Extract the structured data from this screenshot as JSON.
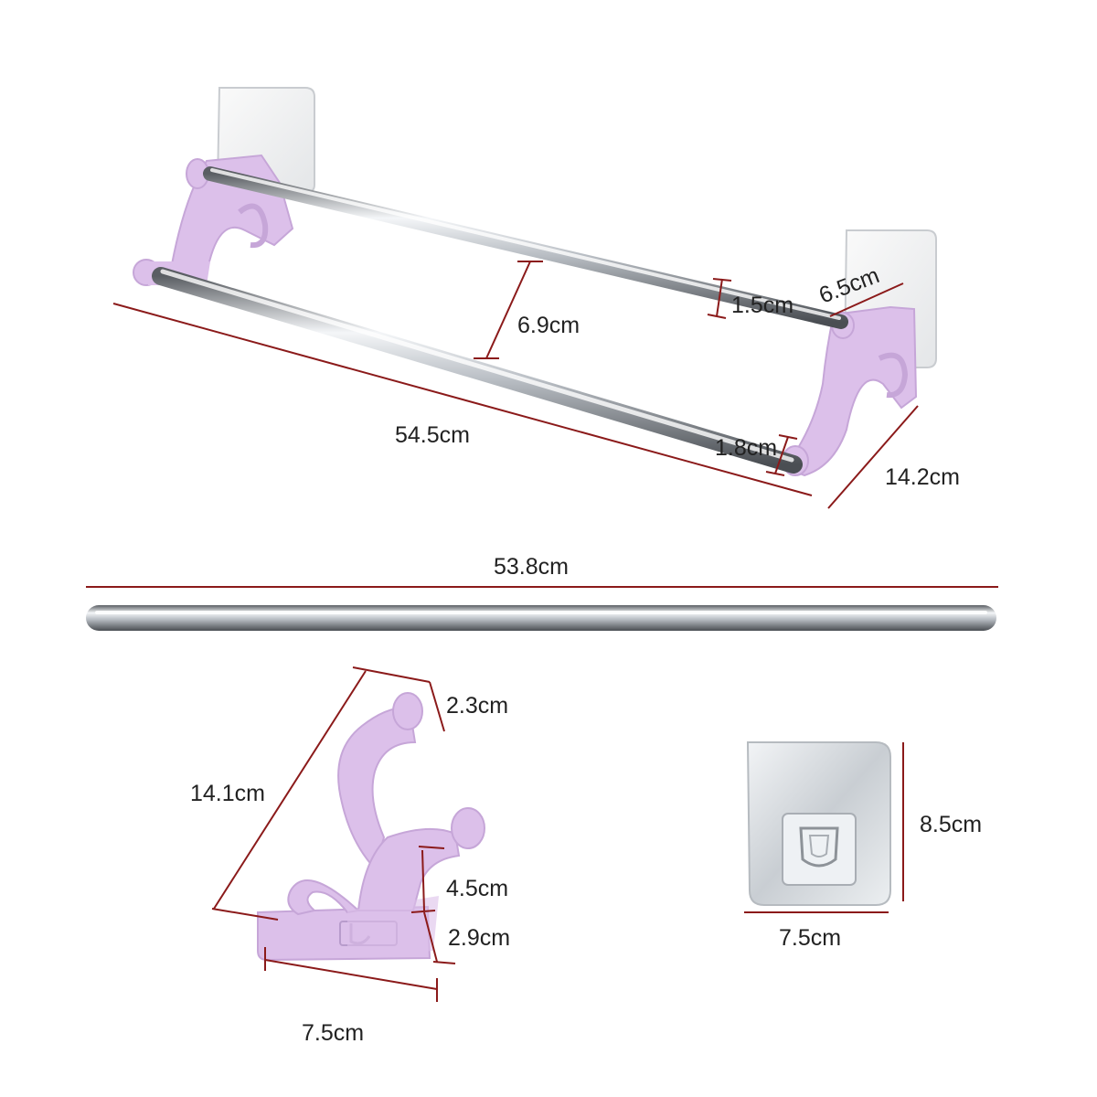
{
  "colors": {
    "dimension_line": "#8b1a1a",
    "bracket_purple": "#dcc0ea",
    "bracket_purple_dark": "#c6a6d8",
    "steel_light": "#eef0f2",
    "steel_dark": "#5a5e63",
    "text": "#222222",
    "adhesive_plate": "#dde1e5"
  },
  "assembled": {
    "length_label": "54.5cm",
    "rod_gap_label": "6.9cm",
    "upper_rod_diameter_label": "1.5cm",
    "lower_rod_diameter_label": "1.8cm",
    "bracket_width_label": "6.5cm",
    "depth_label": "14.2cm"
  },
  "rod": {
    "length_label": "53.8cm"
  },
  "bracket": {
    "height_label": "14.1cm",
    "top_knob_label": "2.3cm",
    "lower_hook_label": "4.5cm",
    "base_height_label": "2.9cm",
    "width_label": "7.5cm"
  },
  "adhesive_pad": {
    "height_label": "8.5cm",
    "width_label": "7.5cm"
  }
}
